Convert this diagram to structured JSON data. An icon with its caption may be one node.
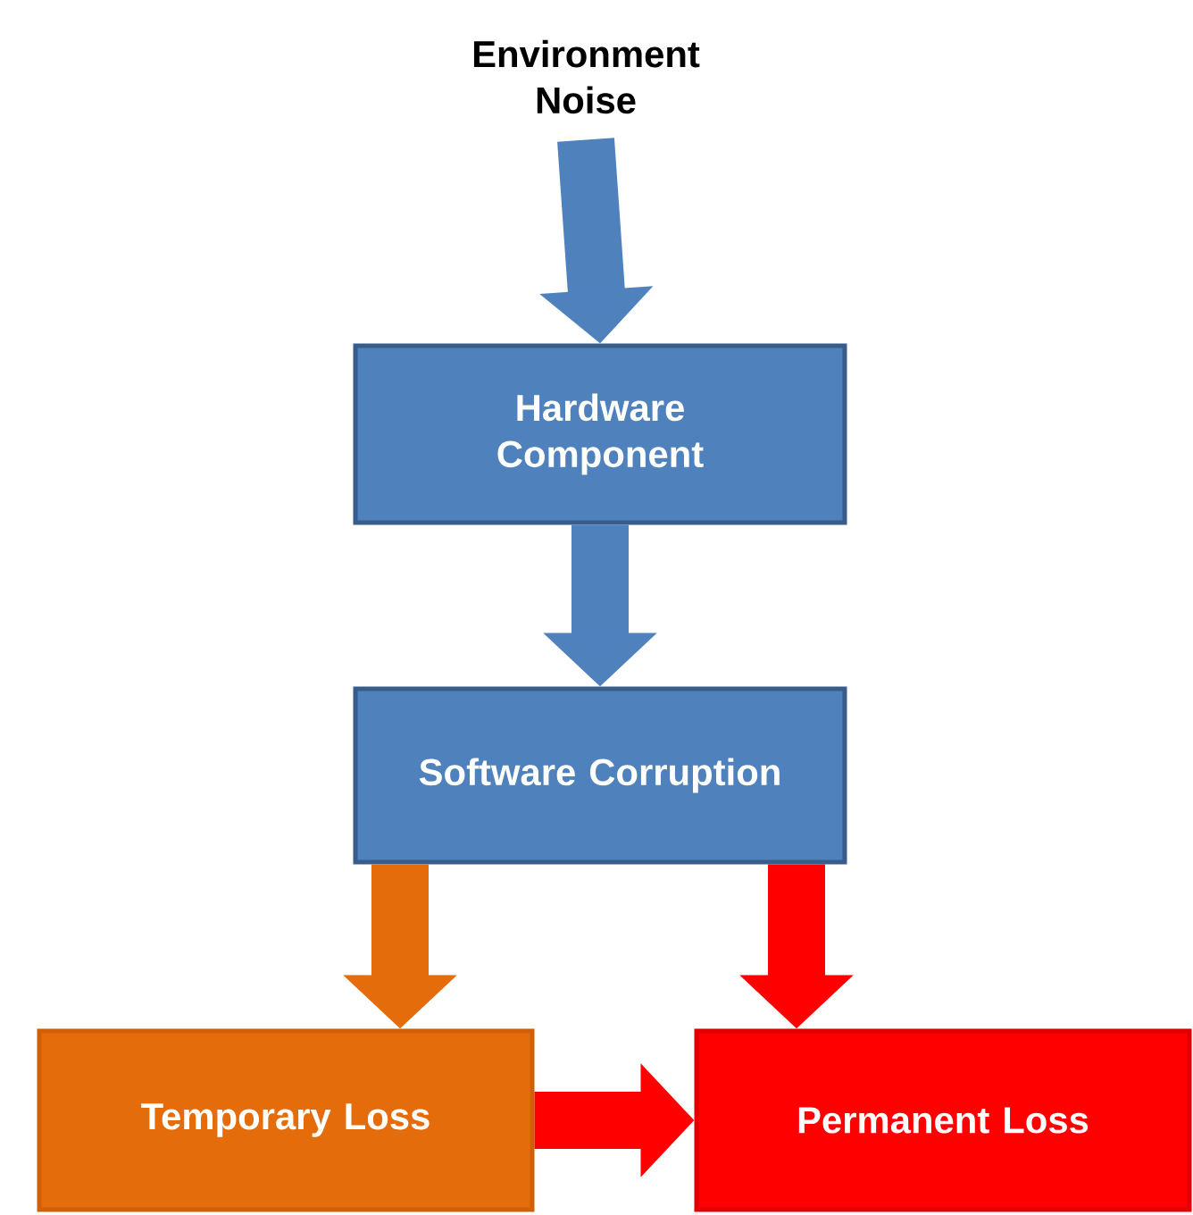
{
  "diagram": {
    "nodes": [
      {
        "text": [
          "Environment Noise"
        ]
      },
      {
        "text": [
          "Hardware Component"
        ]
      },
      {
        "text": [
          "Software Corruption"
        ]
      },
      {
        "text": [
          "Temporary Loss"
        ]
      },
      {
        "text": [
          "Permanent Loss"
        ]
      }
    ],
    "edges": [
      {
        "from": 0,
        "to": 1,
        "arrow": "to",
        "color": "#4f81bd"
      },
      {
        "from": 1,
        "to": 2,
        "arrow": "to",
        "color": "#4f81bd"
      },
      {
        "from": 2,
        "to": 3,
        "arrow": "to",
        "color": "#e46c0a"
      },
      {
        "from": 2,
        "to": 4,
        "arrow": "to",
        "color": "#ff0000"
      },
      {
        "from": 3,
        "to": 4,
        "arrow": "to",
        "color": "#ff0000"
      }
    ]
  }
}
